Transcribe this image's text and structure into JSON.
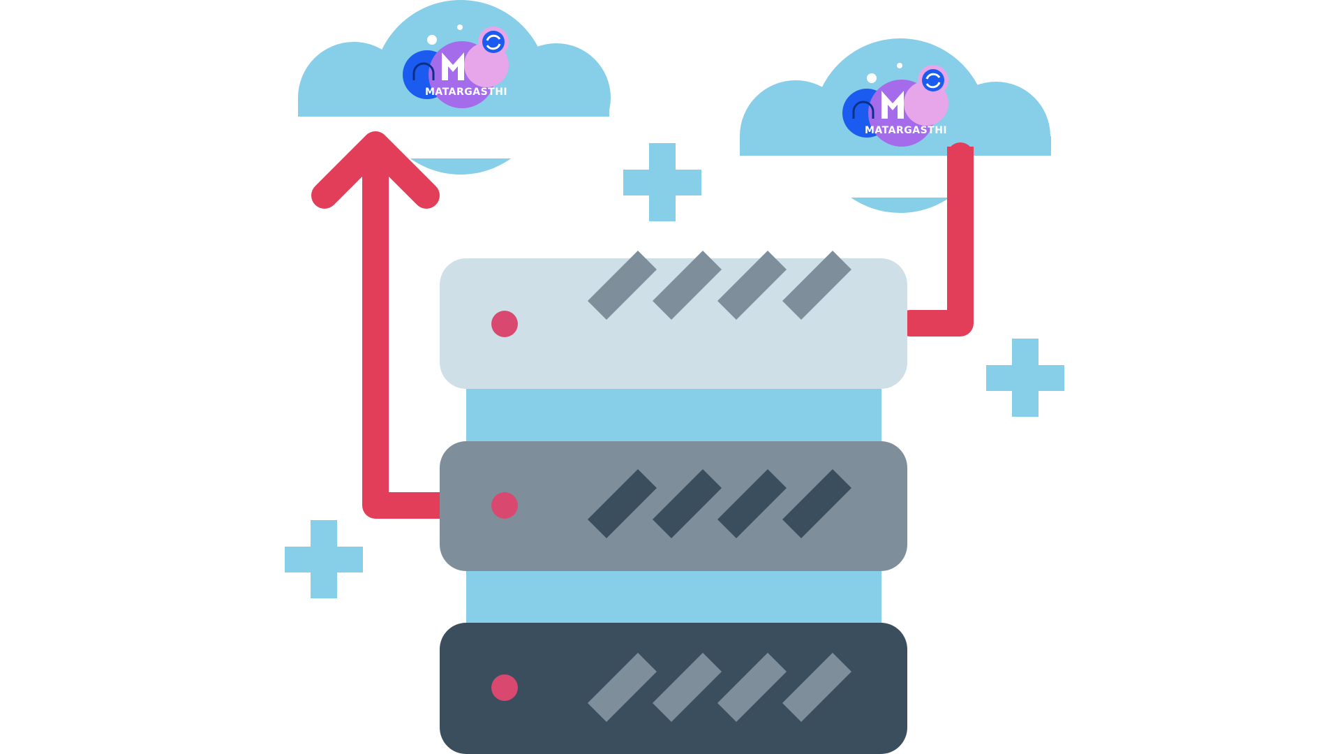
{
  "colors": {
    "cloud": "#87CEE8",
    "plus": "#87CEE8",
    "connector": "#E23E5A",
    "led": "#D9486F",
    "server_top": "#CFDFE7",
    "server_mid": "#7F8E9B",
    "server_bottom": "#3A4E5E",
    "server_column": "#87CEE8",
    "slash_light": "#7F8E9B",
    "slash_dark": "#3A4E5E",
    "logo_blue": "#1C5BF0",
    "logo_purple": "#A46BEA",
    "logo_pink": "#E7A6E9"
  },
  "clouds": [
    {
      "id": "left",
      "logo_text": "MATARGASTHI",
      "logo_letter": "M"
    },
    {
      "id": "right",
      "logo_text": "MATARGASTHI",
      "logo_letter": "M"
    }
  ],
  "servers": [
    {
      "id": "top",
      "tone": "light",
      "slash_count": 4
    },
    {
      "id": "middle",
      "tone": "mid",
      "slash_count": 4
    },
    {
      "id": "bottom",
      "tone": "dark",
      "slash_count": 4
    }
  ],
  "icons": [
    "cloud-icon",
    "server-icon",
    "plus-icon",
    "arrow-up-icon",
    "headphones-icon",
    "refresh-icon",
    "user-icon",
    "heart-icon"
  ]
}
